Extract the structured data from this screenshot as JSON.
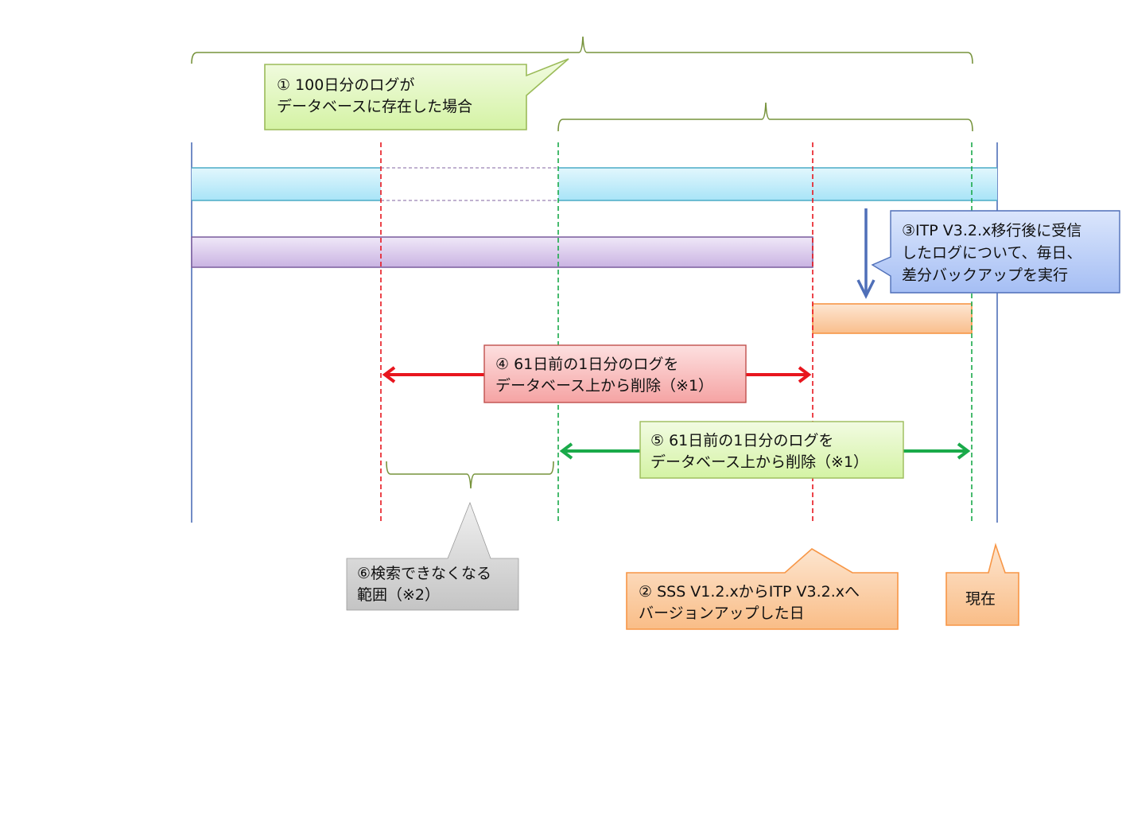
{
  "callouts": {
    "c1": {
      "line1": "①  100日分のログが",
      "line2": "データベースに存在した場合"
    },
    "c2": {
      "line1": "② SSS V1.2.xからITP V3.2.xへ",
      "line2": "バージョンアップした日"
    },
    "c3": {
      "line1": "③ITP V3.2.x移行後に受信",
      "line2": "したログについて、毎日、",
      "line3": "差分バックアップを実行"
    },
    "c4": {
      "line1": "④ 61日前の1日分のログを",
      "line2": "データベース上から削除（※1）"
    },
    "c5": {
      "line1": "⑤ 61日前の1日分のログを",
      "line2": "データベース上から削除（※1）"
    },
    "c6": {
      "line1": "⑥検索できなくなる",
      "line2": "範囲（※2）"
    },
    "now": {
      "label": "現在"
    }
  },
  "colors": {
    "brace": "#77933c",
    "timeline_blue": "#4f6fb8",
    "red_marker": "#e8161e",
    "green_marker": "#1aaa4a",
    "db_bar": "#4bacc6",
    "backup_bar": "#8064a2",
    "diff_bar": "#f79646"
  }
}
